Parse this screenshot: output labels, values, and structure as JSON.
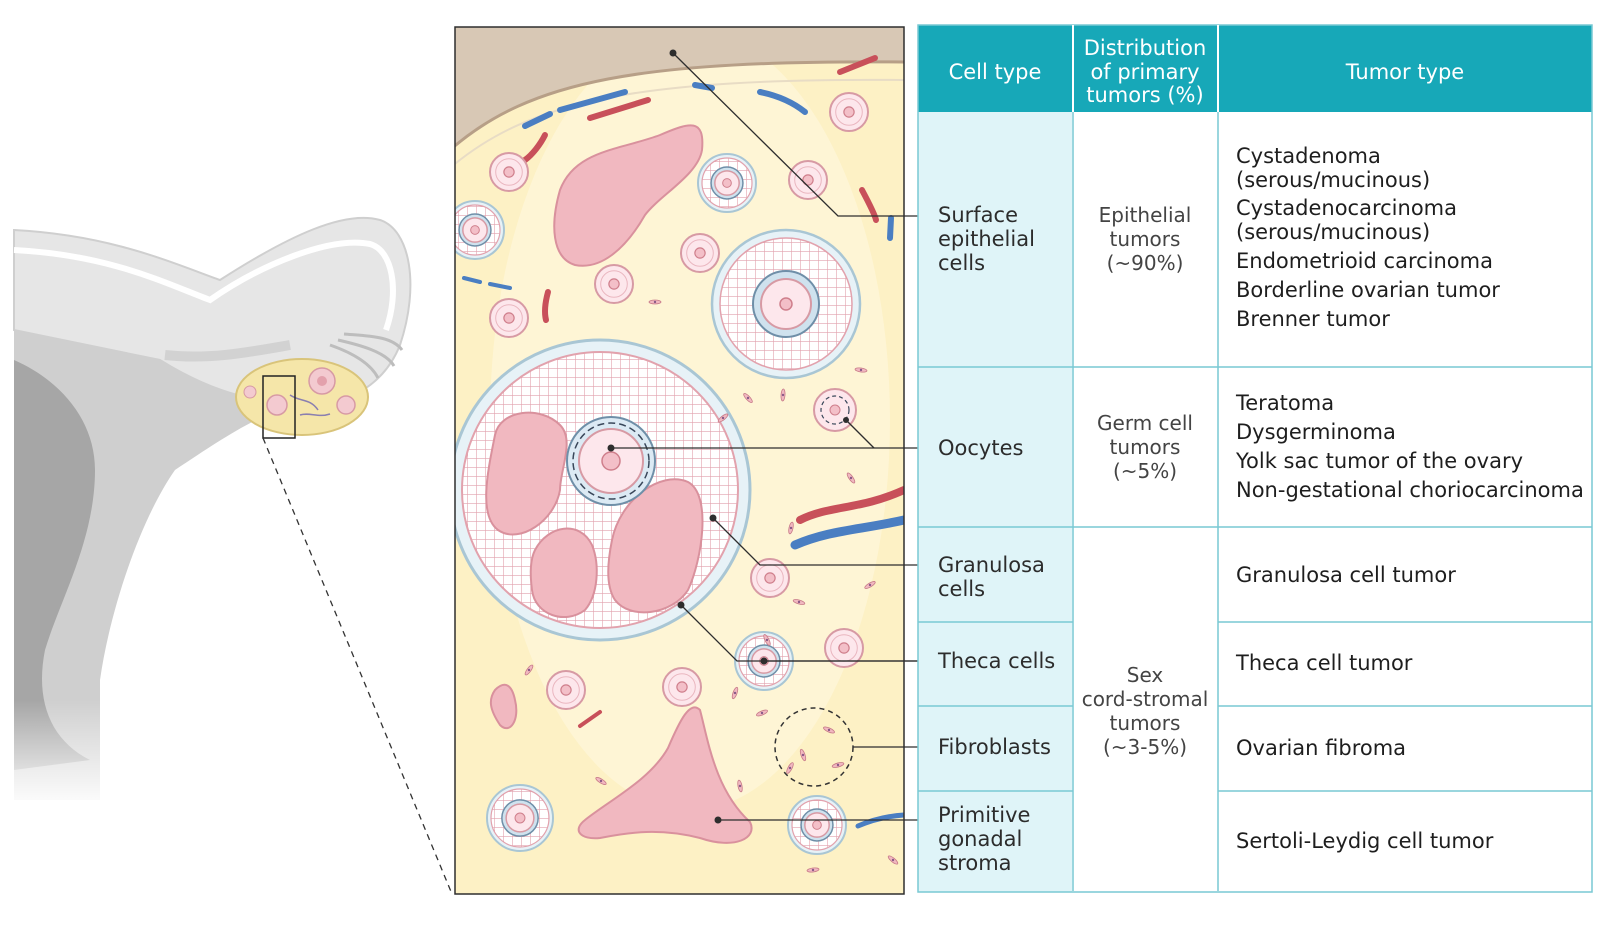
{
  "colors": {
    "header_teal": "#17a8b8",
    "cell_col_bg": "#dff4f8",
    "border": "#79c9d4",
    "tissue_bg": "#fdf1c5",
    "follicle_pink": "#f1b8c0",
    "vessel_red": "#c8505a",
    "vessel_blue": "#4a7ec2"
  },
  "table": {
    "headers": {
      "cell_type": "Cell type",
      "distribution": [
        "Distribution",
        "of primary",
        "tumors (%)"
      ],
      "tumor_type": "Tumor type"
    },
    "cell_types": [
      [
        "Surface",
        "epithelial",
        "cells"
      ],
      [
        "Oocytes"
      ],
      [
        "Granulosa",
        "cells"
      ],
      [
        "Theca cells"
      ],
      [
        "Fibroblasts"
      ],
      [
        "Primitive",
        "gonadal",
        "stroma"
      ]
    ],
    "distributions": [
      [
        "Epithelial",
        "tumors",
        "(~90%)"
      ],
      [
        "Germ cell",
        "tumors",
        "(~5%)"
      ],
      [
        "Sex",
        "cord-stromal",
        "tumors",
        "(~3-5%)"
      ]
    ],
    "tumor_types": [
      [
        "Cystadenoma",
        "(serous/mucinous)",
        "Cystadenocarcinoma",
        "(serous/mucinous)",
        "Endometrioid carcinoma",
        "Borderline ovarian tumor",
        "Brenner tumor"
      ],
      [
        "Teratoma",
        "Dysgerminoma",
        "Yolk sac tumor of the ovary",
        "Non-gestational choriocarcinoma"
      ],
      [
        "Granulosa cell tumor"
      ],
      [
        "Theca cell tumor"
      ],
      [
        "Ovarian fibroma"
      ],
      [
        "Sertoli-Leydig cell tumor"
      ]
    ]
  }
}
